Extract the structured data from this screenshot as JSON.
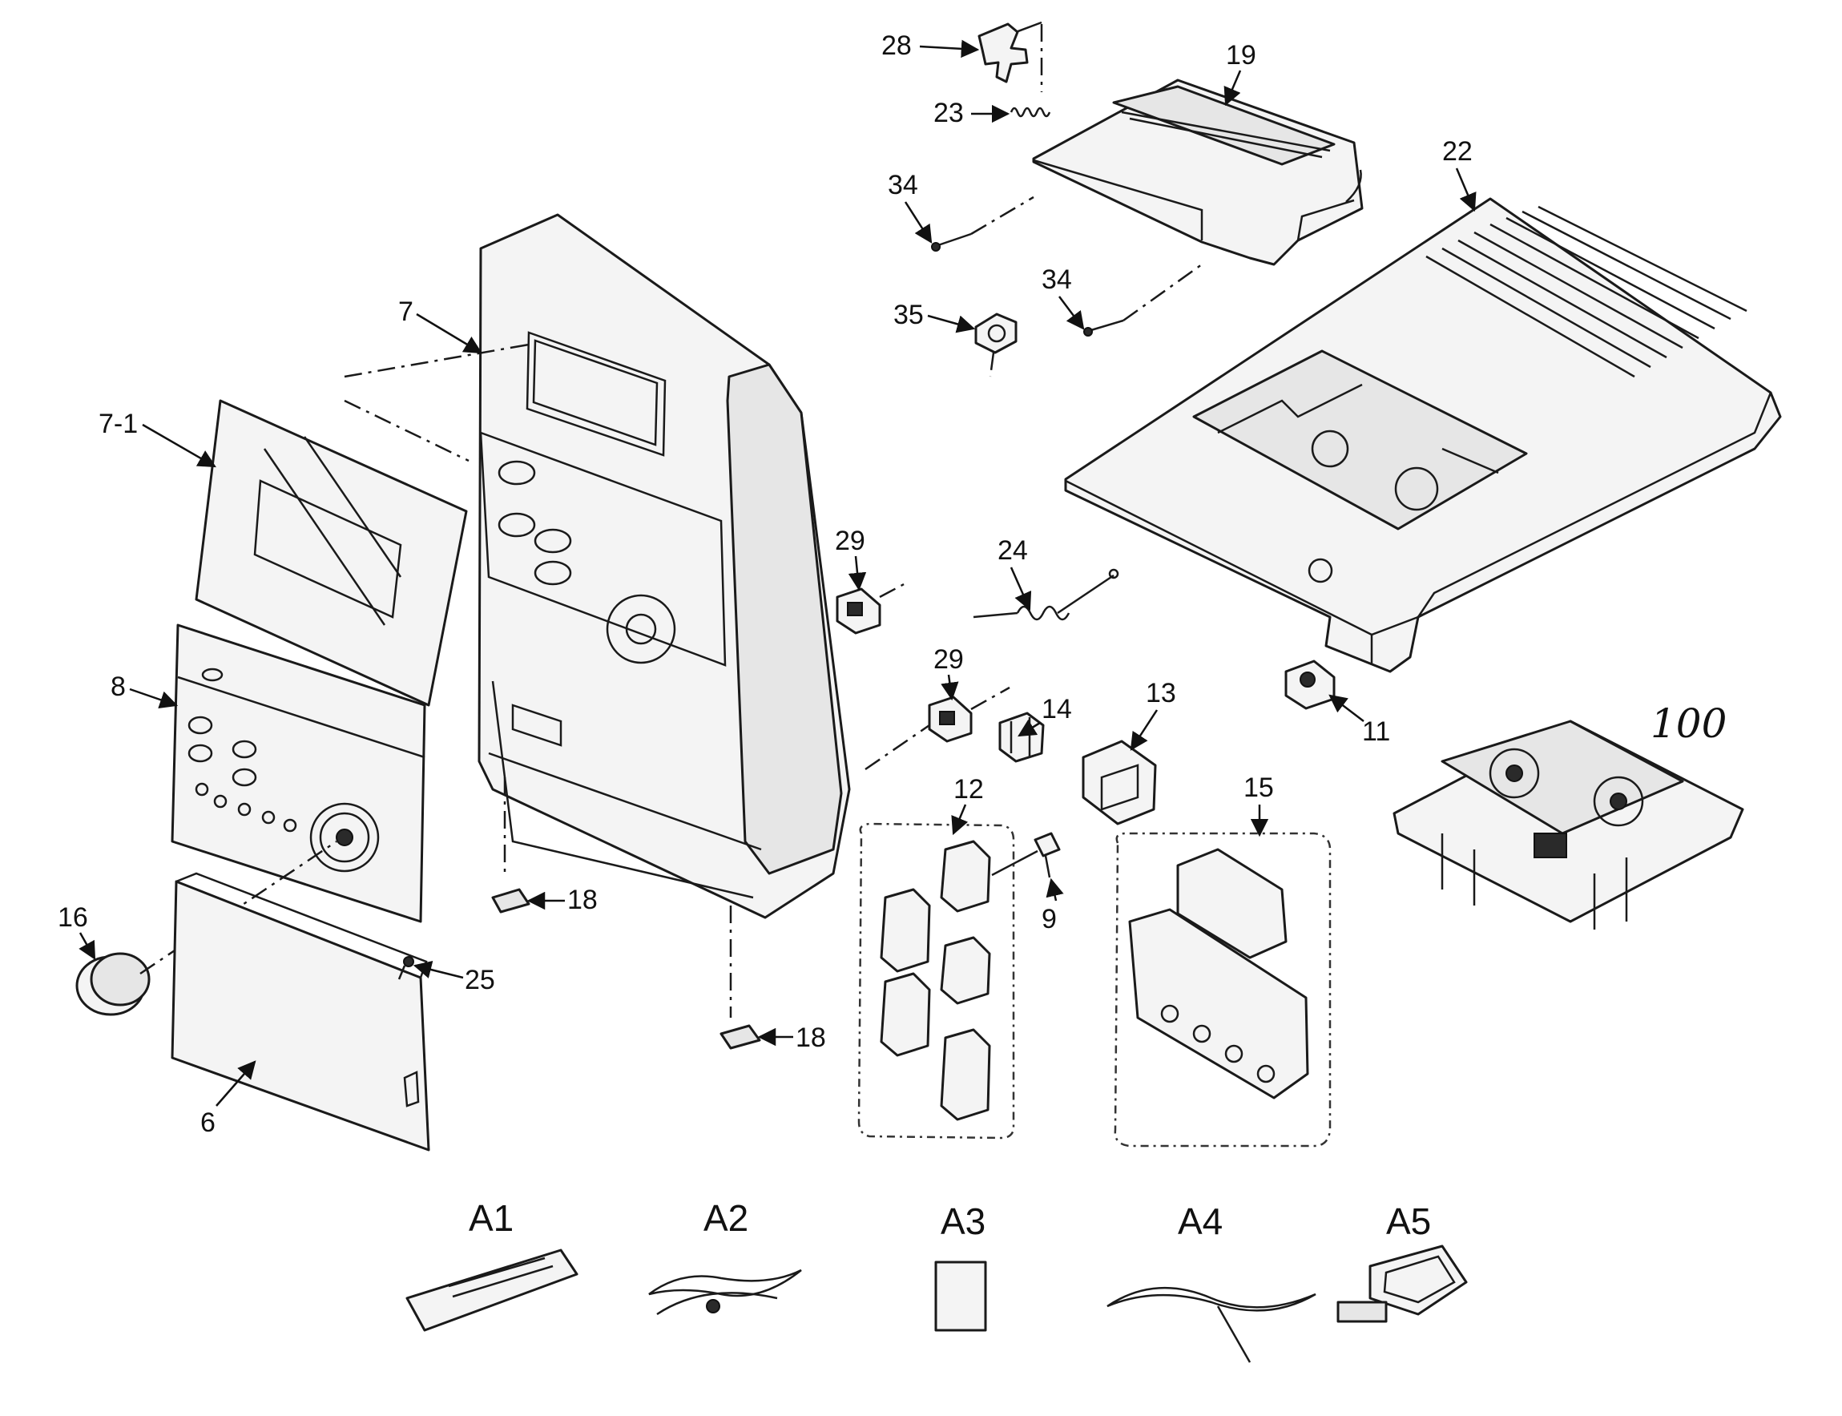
{
  "callouts": {
    "p28": "28",
    "p19": "19",
    "p23": "23",
    "p22": "22",
    "p34a": "34",
    "p34b": "34",
    "p35": "35",
    "p7": "7",
    "p7_1": "7-1",
    "p29a": "29",
    "p29b": "29",
    "p24": "24",
    "p8": "8",
    "p14": "14",
    "p13": "13",
    "p11": "11",
    "p12": "12",
    "p15": "15",
    "p18a": "18",
    "p18b": "18",
    "p9": "9",
    "p16": "16",
    "p25": "25",
    "p6": "6",
    "p100": "100"
  },
  "accessories": {
    "a1": "A1",
    "a2": "A2",
    "a3": "A3",
    "a4": "A4",
    "a5": "A5"
  }
}
